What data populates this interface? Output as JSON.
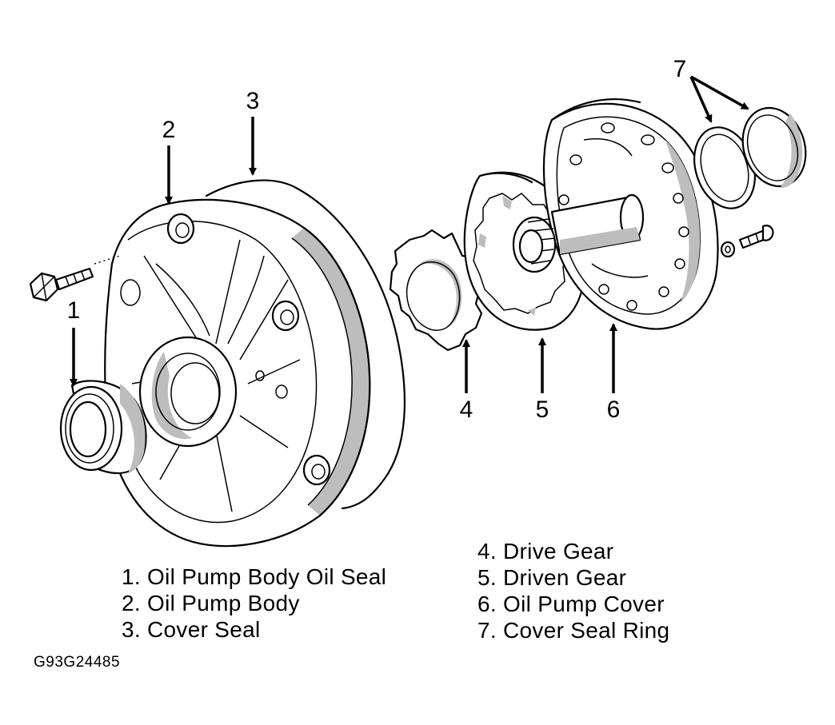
{
  "callouts": [
    {
      "id": "1",
      "label": "1"
    },
    {
      "id": "2",
      "label": "2"
    },
    {
      "id": "3",
      "label": "3"
    },
    {
      "id": "4",
      "label": "4"
    },
    {
      "id": "5",
      "label": "5"
    },
    {
      "id": "6",
      "label": "6"
    },
    {
      "id": "7",
      "label": "7"
    }
  ],
  "legend": {
    "left": [
      "1. Oil Pump Body Oil Seal",
      "2. Oil Pump Body",
      "3. Cover Seal"
    ],
    "right": [
      "4. Drive Gear",
      "5. Driven Gear",
      "6. Oil Pump Cover",
      "7. Cover Seal Ring"
    ]
  },
  "figure_code": "G93G24485"
}
